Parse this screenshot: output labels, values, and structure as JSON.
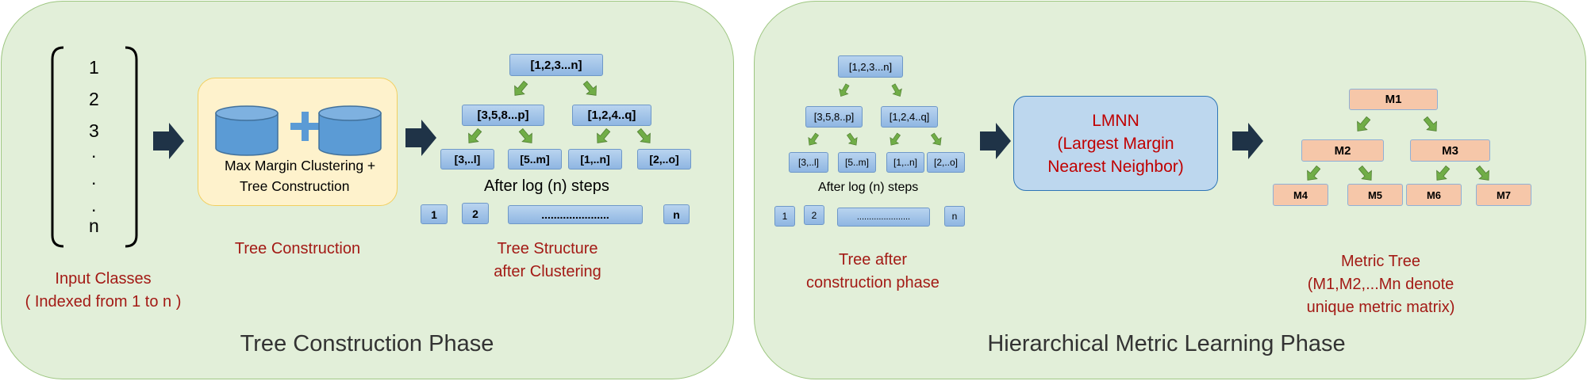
{
  "left_panel": {
    "input_vector": [
      "1",
      "2",
      "3",
      ".",
      ".",
      ".",
      "n"
    ],
    "input_label": [
      "Input Classes",
      "( Indexed from 1 to n )"
    ],
    "construction_box": {
      "text_line1": "Max Margin Clustering +",
      "text_line2": "Tree Construction"
    },
    "construction_label": "Tree Construction",
    "tree": {
      "root": "[1,2,3...n]",
      "level1": [
        "[3,5,8...p]",
        "[1,2,4..q]"
      ],
      "level2": [
        "[3,..l]",
        "[5..m]",
        "[1,..n]",
        "[2,..o]"
      ],
      "steps_text": "After log (n) steps",
      "leaves": [
        "1",
        "2",
        "......................",
        "n"
      ]
    },
    "tree_label": [
      "Tree Structure",
      "after Clustering"
    ],
    "phase_title": "Tree Construction Phase"
  },
  "right_panel": {
    "tree": {
      "root": "[1,2,3...n]",
      "level1": [
        "[3,5,8..p]",
        "[1,2,4..q]"
      ],
      "level2": [
        "[3,..l]",
        "[5..m]",
        "[1,..n]",
        "[2,..o]"
      ],
      "steps_text": "After log (n) steps",
      "leaves": [
        "1",
        "2",
        "......................",
        "n"
      ]
    },
    "tree_label": [
      "Tree after",
      "construction phase"
    ],
    "lmnn_box": [
      "LMNN",
      "(Largest Margin",
      "Nearest Neighbor)"
    ],
    "metric_tree": {
      "root": "M1",
      "level1": [
        "M2",
        "M3"
      ],
      "level2": [
        "M4",
        "M5",
        "M6",
        "M7"
      ]
    },
    "metric_label": [
      "Metric Tree",
      "(M1,M2,...Mn denote",
      "unique metric matrix)"
    ],
    "phase_title": "Hierarchical Metric Learning Phase"
  },
  "colors": {
    "panel_fill": "#e2efd9",
    "panel_border": "#9dc680",
    "node_blue": "#9dc3e6",
    "node_peach": "#f8cbad",
    "label_red": "#a31a15",
    "arrow_dark": "#1f3347",
    "arrow_green": "#70ad47"
  }
}
